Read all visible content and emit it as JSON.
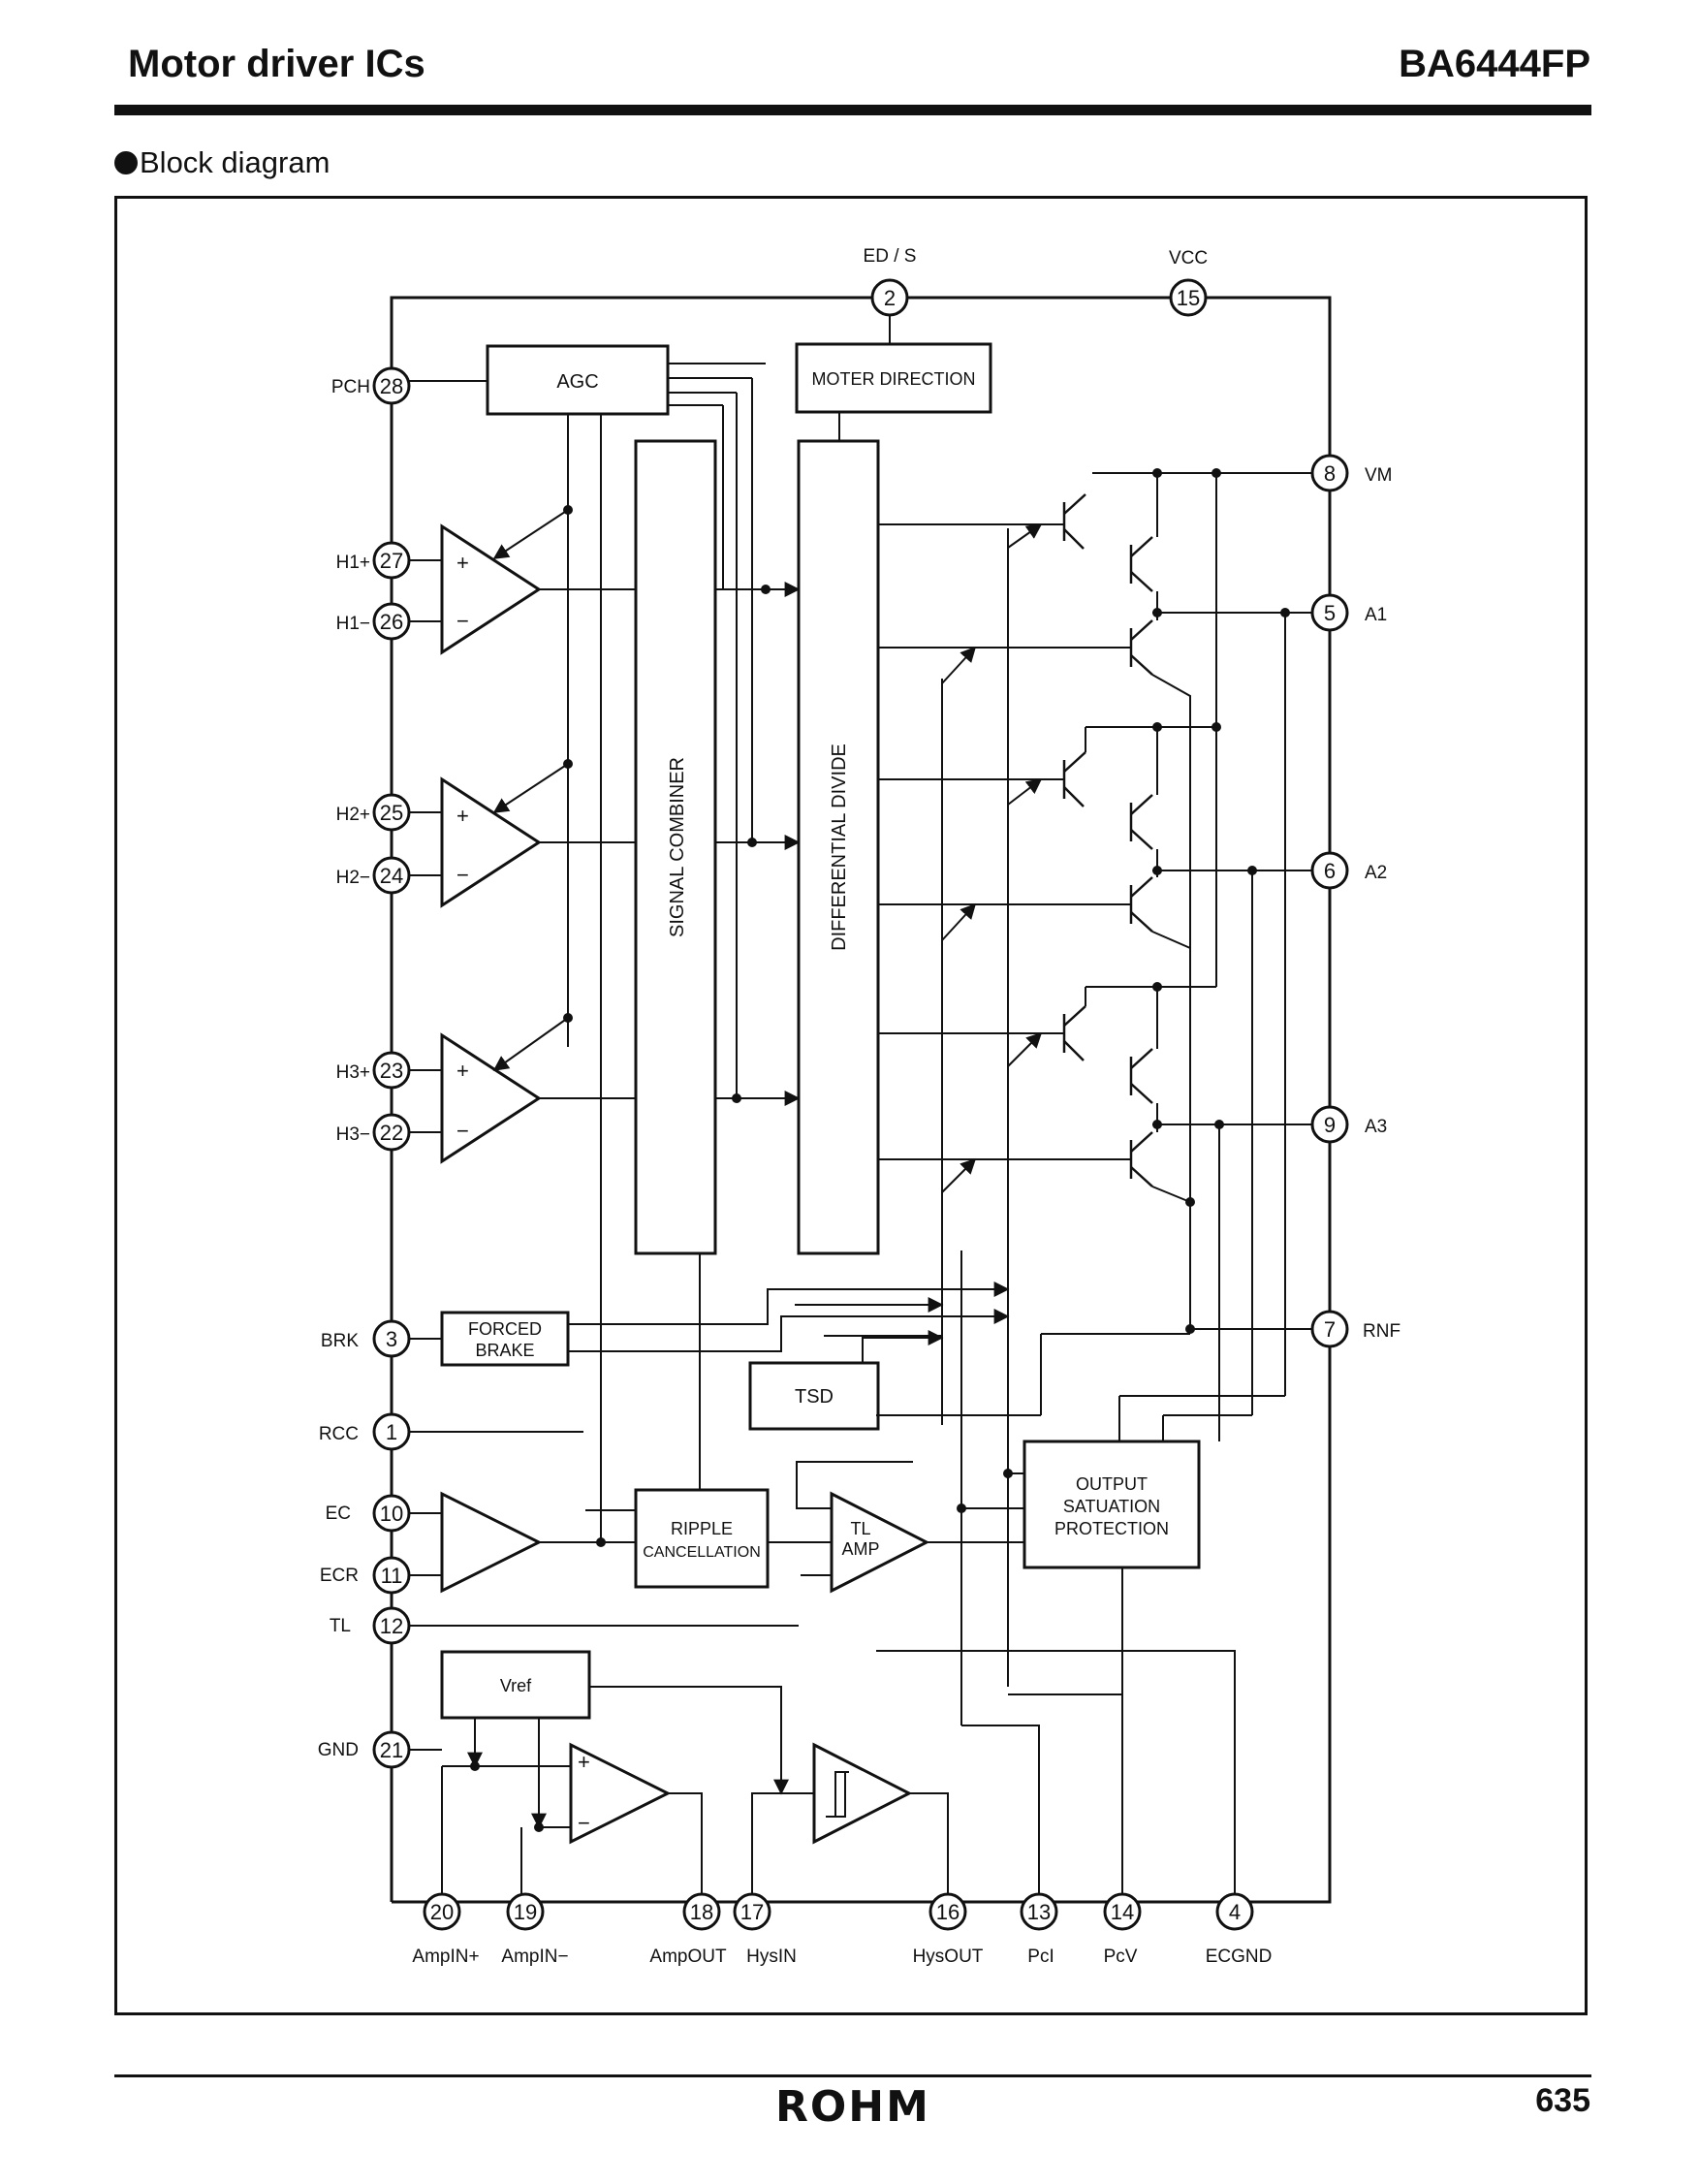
{
  "header": {
    "section": "Motor driver ICs",
    "part_number": "BA6444FP"
  },
  "section_title": "Block diagram",
  "blocks": {
    "agc": "AGC",
    "motor_direction": "MOTER DIRECTION",
    "signal_combiner": "SIGNAL COMBINER",
    "differential_divide": "DIFFERENTIAL DIVIDE",
    "forced_brake_1": "FORCED",
    "forced_brake_2": "BRAKE",
    "tsd": "TSD",
    "ripple_1": "RIPPLE",
    "ripple_2": "CANCELLATION",
    "tl_amp_1": "TL",
    "tl_amp_2": "AMP",
    "osp_1": "OUTPUT",
    "osp_2": "SATUATION",
    "osp_3": "PROTECTION",
    "vref": "Vref",
    "plus": "+",
    "minus": "−"
  },
  "pins": {
    "p1": "1",
    "p2": "2",
    "p3": "3",
    "p4": "4",
    "p5": "5",
    "p6": "6",
    "p7": "7",
    "p8": "8",
    "p9": "9",
    "p10": "10",
    "p11": "11",
    "p12": "12",
    "p13": "13",
    "p14": "14",
    "p15": "15",
    "p16": "16",
    "p17": "17",
    "p18": "18",
    "p19": "19",
    "p20": "20",
    "p21": "21",
    "p22": "22",
    "p23": "23",
    "p24": "24",
    "p25": "25",
    "p26": "26",
    "p27": "27",
    "p28": "28"
  },
  "pin_labels": {
    "ed_s": "ED / S",
    "vcc": "VCC",
    "pch": "PCH",
    "h1p": "H1+",
    "h1m": "H1−",
    "h2p": "H2+",
    "h2m": "H2−",
    "h3p": "H3+",
    "h3m": "H3−",
    "brk": "BRK",
    "rcc": "RCC",
    "ec": "EC",
    "ecr": "ECR",
    "tl": "TL",
    "gnd": "GND",
    "vm": "VM",
    "a1": "A1",
    "a2": "A2",
    "a3": "A3",
    "rnf": "RNF",
    "ampin_p": "AmpIN+",
    "ampin_m": "AmpIN−",
    "ampout": "AmpOUT",
    "hysin": "HysIN",
    "hysout": "HysOUT",
    "pci": "PcI",
    "pcv": "PcV",
    "ecgnd": "ECGND"
  },
  "footer": {
    "logo": "ROHM",
    "page": "635"
  }
}
